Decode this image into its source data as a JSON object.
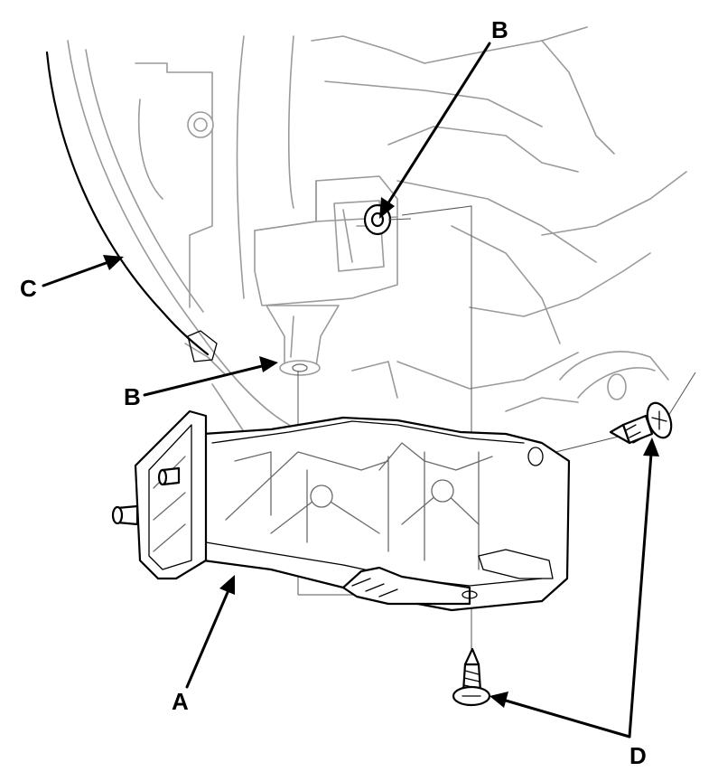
{
  "labels": {
    "top_clip": "B",
    "lower_clip": "B",
    "wheel_liner": "C",
    "bracket": "A",
    "screws": "D"
  }
}
